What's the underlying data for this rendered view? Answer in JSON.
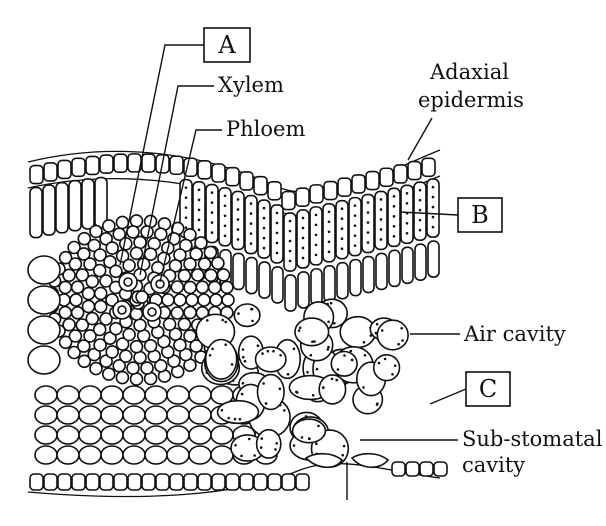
{
  "diagram": {
    "box_labels": {
      "a": "A",
      "b": "B",
      "c": "C"
    },
    "labels": {
      "xylem": "Xylem",
      "phloem": "Phloem",
      "adaxial_line1": "Adaxial",
      "adaxial_line2": "epidermis",
      "air_cavity": "Air cavity",
      "sub_stomatal_line1": "Sub-stomatal",
      "sub_stomatal_line2": "cavity"
    }
  }
}
